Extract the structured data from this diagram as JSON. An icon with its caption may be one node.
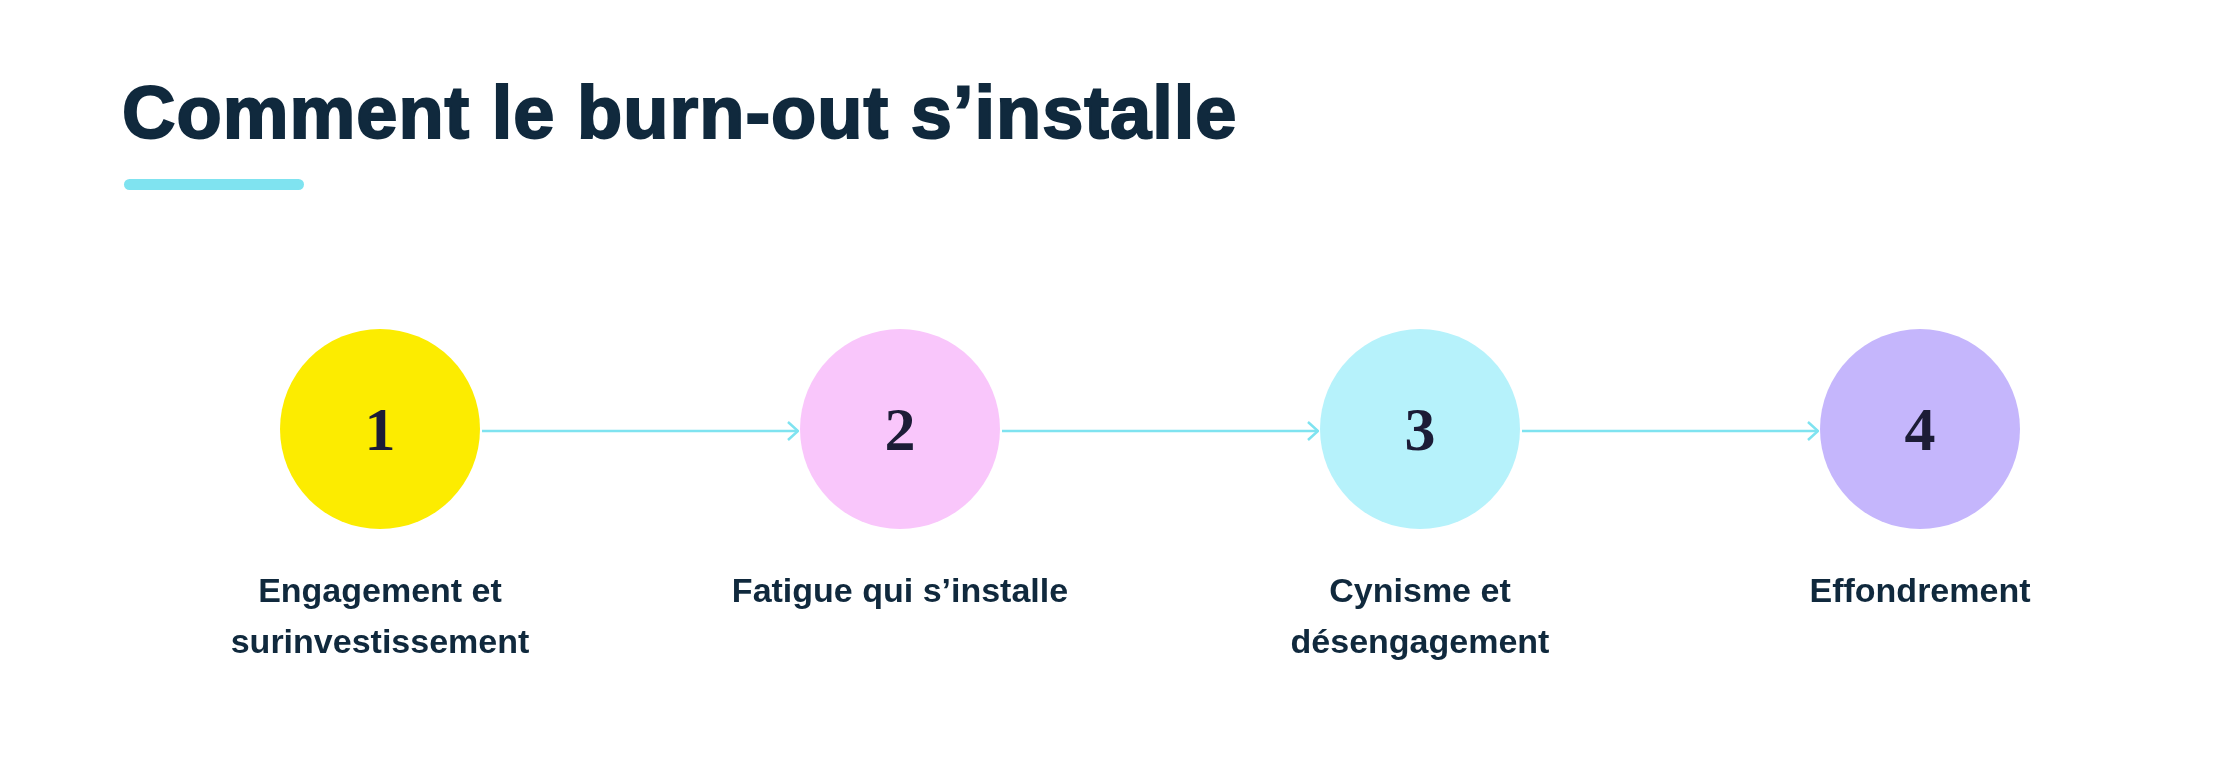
{
  "diagram": {
    "title": "Comment le burn-out s’installe",
    "nodes": [
      {
        "text": [
          "1"
        ],
        "beside": [
          "Engagement et surinvestissement"
        ]
      },
      {
        "text": [
          "2"
        ],
        "beside": [
          "Fatigue qui s’installe"
        ]
      },
      {
        "text": [
          "3"
        ],
        "beside": [
          "Cynisme et désengagement"
        ]
      },
      {
        "text": [
          "4"
        ],
        "beside": [
          "Effondrement"
        ]
      }
    ],
    "edges": [
      {
        "from": 0,
        "to": 1,
        "arrow": "to"
      },
      {
        "from": 1,
        "to": 2,
        "arrow": "to"
      },
      {
        "from": 2,
        "to": 3,
        "arrow": "to"
      }
    ]
  }
}
